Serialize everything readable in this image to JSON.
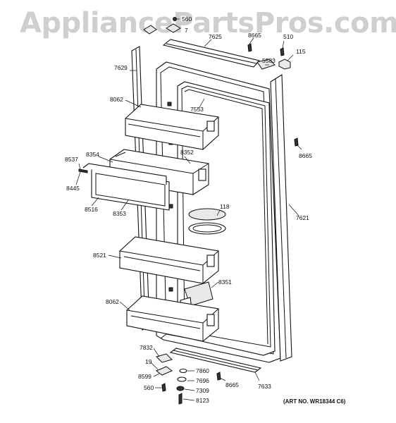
{
  "watermark": "AppliancePartsPros.com",
  "art_number": "(ART NO. WR18344 C6)",
  "callouts": {
    "c560a": "560",
    "c7": "7",
    "c7625": "7625",
    "c8665a": "8665",
    "c510": "510",
    "c115": "115",
    "c7629": "7629",
    "c5583": "5583",
    "c8062a": "8062",
    "c7553": "7553",
    "c8665b": "8665",
    "c8537": "8537",
    "c8354": "8354",
    "c8352": "8352",
    "c8445": "8445",
    "c118": "118",
    "c8516": "8516",
    "c8353": "8353",
    "c7621": "7621",
    "c8521": "8521",
    "c8351": "8351",
    "c8062b": "8062",
    "c7832": "7832",
    "c19": "19",
    "c7860": "7860",
    "c8599": "8599",
    "c7696": "7696",
    "c8665c": "8665",
    "c7633": "7633",
    "c560b": "560",
    "c7309": "7309",
    "c8123": "8123"
  }
}
